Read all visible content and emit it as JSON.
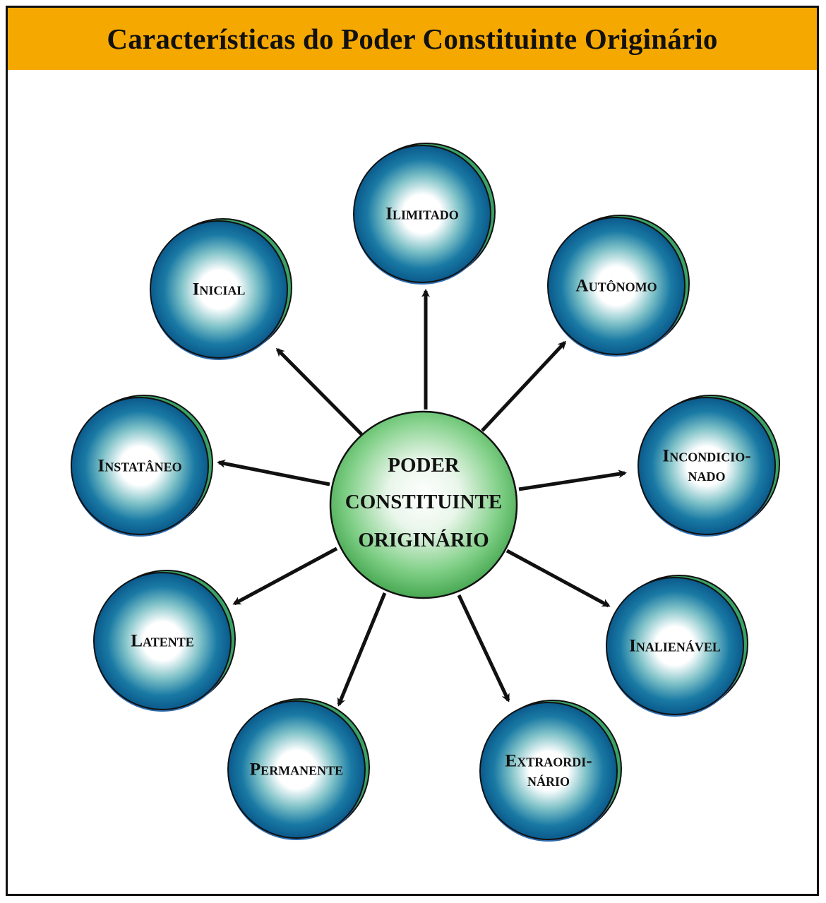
{
  "title": "Características do Poder Constituinte Originário",
  "center": {
    "lines": [
      "PODER",
      "CONSTITUINTE",
      "ORIGINÁRIO"
    ]
  },
  "nodes": [
    {
      "id": "ilimitado",
      "lines": [
        "Ilimitado"
      ]
    },
    {
      "id": "autonomo",
      "lines": [
        "Autônomo"
      ]
    },
    {
      "id": "incondicionado",
      "lines": [
        "Incondicio-",
        "nado"
      ]
    },
    {
      "id": "inalienavel",
      "lines": [
        "Inalienável"
      ]
    },
    {
      "id": "extraordinario",
      "lines": [
        "Extraordi-",
        "nário"
      ]
    },
    {
      "id": "permanente",
      "lines": [
        "Permanente"
      ]
    },
    {
      "id": "latente",
      "lines": [
        "Latente"
      ]
    },
    {
      "id": "instataneo",
      "lines": [
        "Instatâneo"
      ]
    },
    {
      "id": "inicial",
      "lines": [
        "Inicial"
      ]
    }
  ],
  "colors": {
    "title_bar": "#f5a800",
    "node_blue": "#0b5f8f",
    "node_green_rim": "#3aa267",
    "center_green": "#4caf50",
    "arrow": "#111111"
  }
}
